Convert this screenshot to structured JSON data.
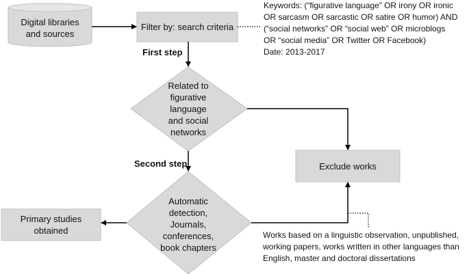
{
  "nodes": {
    "source": {
      "text": "Digital libraries and sources"
    },
    "filter": {
      "text": "Filter by: search criteria"
    },
    "decision1": {
      "text": "Related to figurative language and social networks"
    },
    "decision2": {
      "text": "Automatic detection, Journals, conferences, book chapters"
    },
    "exclude": {
      "text": "Exclude works"
    },
    "primary": {
      "text": "Primary studies obtained"
    }
  },
  "steps": {
    "first": "First step",
    "second": "Second step"
  },
  "notes": {
    "keywords": [
      "Keywords: (“figurative language” OR irony OR ironic",
      "OR sarcasm OR sarcastic OR satire OR humor) AND",
      "(“social networks” OR “social web” OR microblogs",
      "OR “social media” OR Twitter OR Facebook)",
      "Date: 2013-2017"
    ],
    "exclusion": "Works based on a linguistic observation, unpublished, working papers, works written in other languages than English, master and doctoral dissertations"
  },
  "colors": {
    "shape_fill": "#d9d9d9",
    "shape_stroke": "#bfbfbf",
    "arrow": "#000000"
  }
}
